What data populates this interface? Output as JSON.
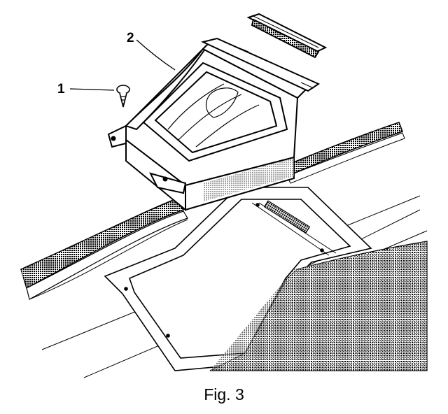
{
  "figure": {
    "caption": "Fig. 3",
    "callouts": [
      {
        "id": "1"
      },
      {
        "id": "2"
      }
    ]
  },
  "colors": {
    "ink": "#000000",
    "paper": "#ffffff",
    "shade": "#6f6f6f"
  }
}
